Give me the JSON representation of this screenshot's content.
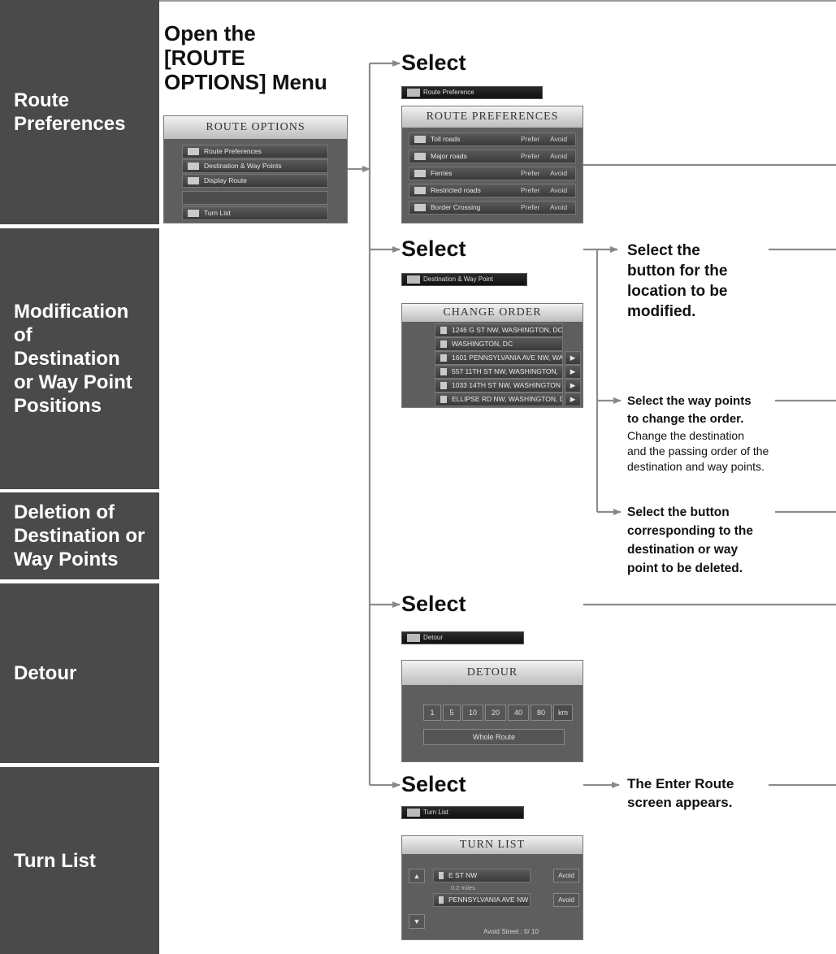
{
  "sidebar": {
    "route_preferences": "Route\nPreferences",
    "modification": "Modification\nof\nDestination\nor Way Point\nPositions",
    "deletion": "Deletion of\nDestination or\nWay Points",
    "detour": "Detour",
    "turn_list": "Turn List"
  },
  "step": {
    "open_menu": "Open the\n[ROUTE\nOPTIONS] Menu"
  },
  "route_options_screen": {
    "title": "ROUTE OPTIONS",
    "items": [
      "Route Preferences",
      "Destination & Way Points",
      "Display Route",
      "",
      "Turn List"
    ]
  },
  "select_label": "Select",
  "route_pref": {
    "button": "Route Preference",
    "title": "ROUTE PREFERENCES",
    "rows": [
      {
        "label": "Toll roads",
        "prefer": "Prefer",
        "avoid": "Avoid"
      },
      {
        "label": "Major roads",
        "prefer": "Prefer",
        "avoid": "Avoid"
      },
      {
        "label": "Ferries",
        "prefer": "Prefer",
        "avoid": "Avoid"
      },
      {
        "label": "Restricted roads",
        "prefer": "Prefer",
        "avoid": "Avoid"
      },
      {
        "label": "Border Crossing",
        "prefer": "Prefer",
        "avoid": "Avoid"
      }
    ]
  },
  "change_order": {
    "button": "Destination & Way Point",
    "title": "CHANGE ORDER",
    "rows": [
      "1246 G ST NW, WASHINGTON, DC",
      "WASHINGTON, DC",
      "1601 PENNSYLVANIA AVE NW, WA",
      "557 11TH ST NW, WASHINGTON,",
      "1033 14TH ST NW, WASHINGTON",
      "ELLIPSE RD NW, WASHINGTON, D"
    ]
  },
  "notes": {
    "modify": "Select the\nbutton for the\nlocation to be\nmodified.",
    "waypoints_bold": "Select the way points\nto change the order.",
    "waypoints_detail": "Change the destination\nand the passing order of the\ndestination and way points.",
    "delete": "Select the button\ncorresponding to the\ndestination or way\npoint to be deleted.",
    "enter_route": "The Enter Route\nscreen appears."
  },
  "detour": {
    "button": "Detour",
    "title": "DETOUR",
    "distances": [
      "1",
      "5",
      "10",
      "20",
      "40",
      "80",
      "km"
    ],
    "whole_route": "Whole Route"
  },
  "turn_list": {
    "button": "Turn List",
    "title": "TURN LIST",
    "rows": [
      {
        "street": "E ST NW",
        "action": "Avoid"
      },
      {
        "street": "PENNSYLVANIA AVE NW",
        "action": "Avoid"
      }
    ],
    "sub": "0.2 miles",
    "footer": "Avoid Street :  0/ 10"
  }
}
